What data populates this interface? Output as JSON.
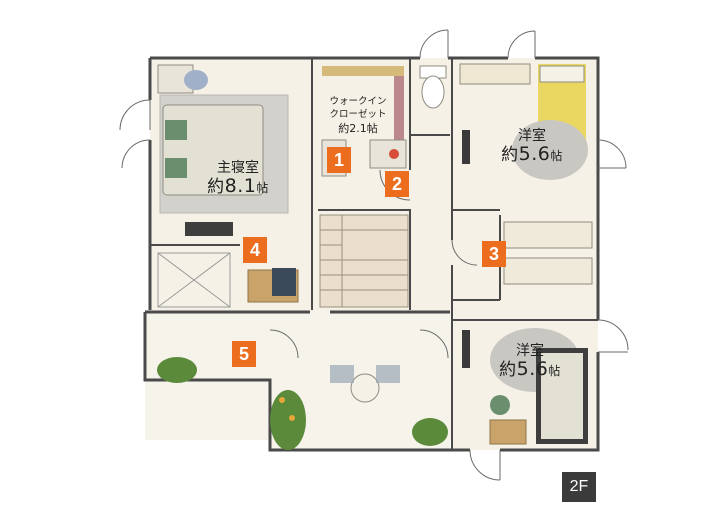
{
  "rooms": {
    "master_bedroom": {
      "name": "主寝室",
      "area_prefix": "約",
      "area_value": "8.1",
      "area_unit": "帖"
    },
    "walk_in_closet": {
      "name_line1": "ウォークイン",
      "name_line2": "クローゼット",
      "area_prefix": "約",
      "area_value": "2.1",
      "area_unit": "帖"
    },
    "western_room_1": {
      "name": "洋室",
      "area_prefix": "約",
      "area_value": "5.6",
      "area_unit": "帖"
    },
    "western_room_2": {
      "name": "洋室",
      "area_prefix": "約",
      "area_value": "5.6",
      "area_unit": "帖"
    }
  },
  "markers": [
    "1",
    "2",
    "3",
    "4",
    "5"
  ],
  "floor_label": "2F",
  "colors": {
    "marker": "#ec6d1e",
    "floor_badge": "#3b3b3b",
    "wall": "#4a4a4a",
    "floor": "#f5f1e6",
    "rug": "#c9c7c2",
    "bedding": "#e3e0d4",
    "accent_yellow": "#e7d24a",
    "plant_green": "#5a8a3a"
  }
}
